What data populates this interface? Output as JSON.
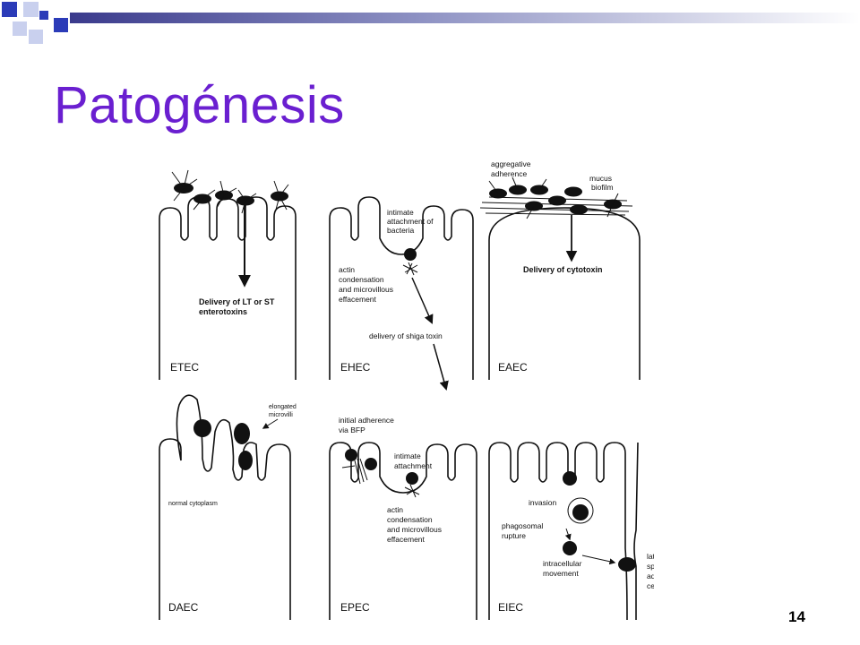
{
  "slide": {
    "title": "Patogénesis",
    "number": "14",
    "colors": {
      "title": "#6a1fd0",
      "header_bar": "#3a3a8c",
      "accent_blue": "#2b3bb8",
      "accent_light": "#c9d0ee"
    }
  },
  "figure": {
    "panels": [
      {
        "name": "ETEC",
        "labels": [
          "Delivery of LT or ST",
          "enterotoxins"
        ]
      },
      {
        "name": "EHEC",
        "labels": [
          "intimate",
          "attachment of",
          "bacteria",
          "actin",
          "condensation",
          "and microvillous",
          "effacement",
          "delivery of shiga toxin"
        ]
      },
      {
        "name": "EAEC",
        "labels": [
          "aggregative",
          "adherence",
          "mucus",
          "biofilm",
          "Delivery of cytotoxin"
        ]
      },
      {
        "name": "DAEC",
        "labels": [
          "elongated",
          "microvilli",
          "normal cytoplasm"
        ]
      },
      {
        "name": "EPEC",
        "labels": [
          "initial adherence",
          "via BFP",
          "intimate",
          "attachment",
          "actin",
          "condensation",
          "and microvillous",
          "effacement"
        ]
      },
      {
        "name": "EIEC",
        "labels": [
          "invasion",
          "phagosomal",
          "rupture",
          "intracellular",
          "movement",
          "lateral",
          "spread to",
          "adjacent",
          "cell"
        ]
      }
    ]
  }
}
